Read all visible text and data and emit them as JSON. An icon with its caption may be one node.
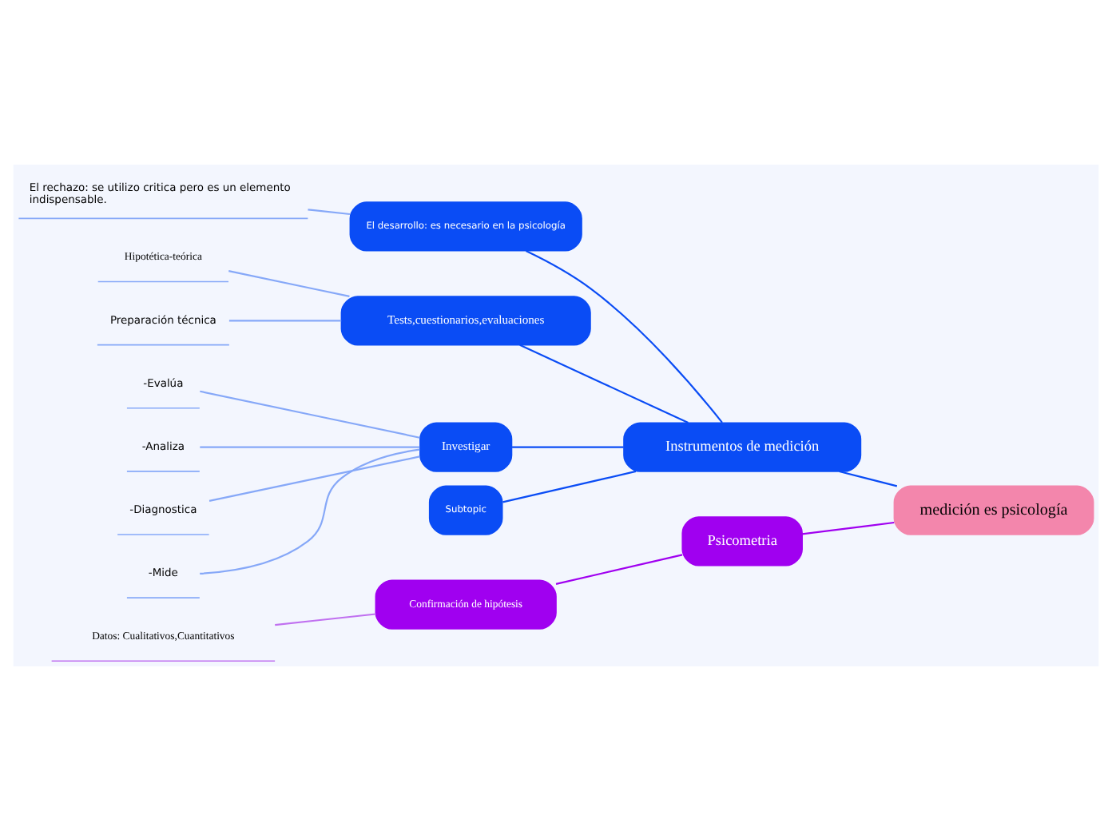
{
  "diagram": {
    "nodes": [
      {
        "text": [
          "medición es psicología"
        ]
      },
      {
        "text": [
          "Instrumentos de medición"
        ]
      },
      {
        "text": [
          "El desarrollo: es necesario en la psicología"
        ]
      },
      {
        "text": [
          "El rechazo: se utilizo critica pero es un elemento indispensable."
        ]
      },
      {
        "text": [
          "Tests,cuestionarios,evaluaciones"
        ]
      },
      {
        "text": [
          "Hipotética-teórica"
        ]
      },
      {
        "text": [
          "Preparación técnica"
        ]
      },
      {
        "text": [
          "Investigar"
        ]
      },
      {
        "text": [
          "-Evalúa"
        ]
      },
      {
        "text": [
          "-Analiza"
        ]
      },
      {
        "text": [
          "-Diagnostica"
        ]
      },
      {
        "text": [
          "-Mide"
        ]
      },
      {
        "text": [
          "Subtopic"
        ]
      },
      {
        "text": [
          "Psicometria"
        ]
      },
      {
        "text": [
          "Confirmación de hipótesis"
        ]
      },
      {
        "text": [
          "Datos: Cualitativos,Cuantitativos"
        ]
      }
    ],
    "edges": [
      {
        "from": 0,
        "to": 1,
        "arrow": "none",
        "color": "#0a4cf5"
      },
      {
        "from": 1,
        "to": 2,
        "arrow": "none",
        "color": "#0a4cf5"
      },
      {
        "from": 2,
        "to": 3,
        "arrow": "none"
      },
      {
        "from": 1,
        "to": 4,
        "arrow": "none",
        "color": "#0a4cf5"
      },
      {
        "from": 4,
        "to": 5,
        "arrow": "none"
      },
      {
        "from": 4,
        "to": 6,
        "arrow": "none"
      },
      {
        "from": 1,
        "to": 7,
        "arrow": "none",
        "color": "#0a4cf5"
      },
      {
        "from": 7,
        "to": 8,
        "arrow": "none"
      },
      {
        "from": 7,
        "to": 9,
        "arrow": "none"
      },
      {
        "from": 7,
        "to": 10,
        "arrow": "none"
      },
      {
        "from": 7,
        "to": 11,
        "arrow": "none"
      },
      {
        "from": 1,
        "to": 12,
        "arrow": "none",
        "color": "#0a4cf5"
      },
      {
        "from": 0,
        "to": 13,
        "arrow": "none",
        "color": "#a000f0"
      },
      {
        "from": 13,
        "to": 14,
        "arrow": "none",
        "color": "#a000f0"
      },
      {
        "from": 14,
        "to": 15,
        "arrow": "none",
        "color": "#c070f0"
      }
    ]
  }
}
